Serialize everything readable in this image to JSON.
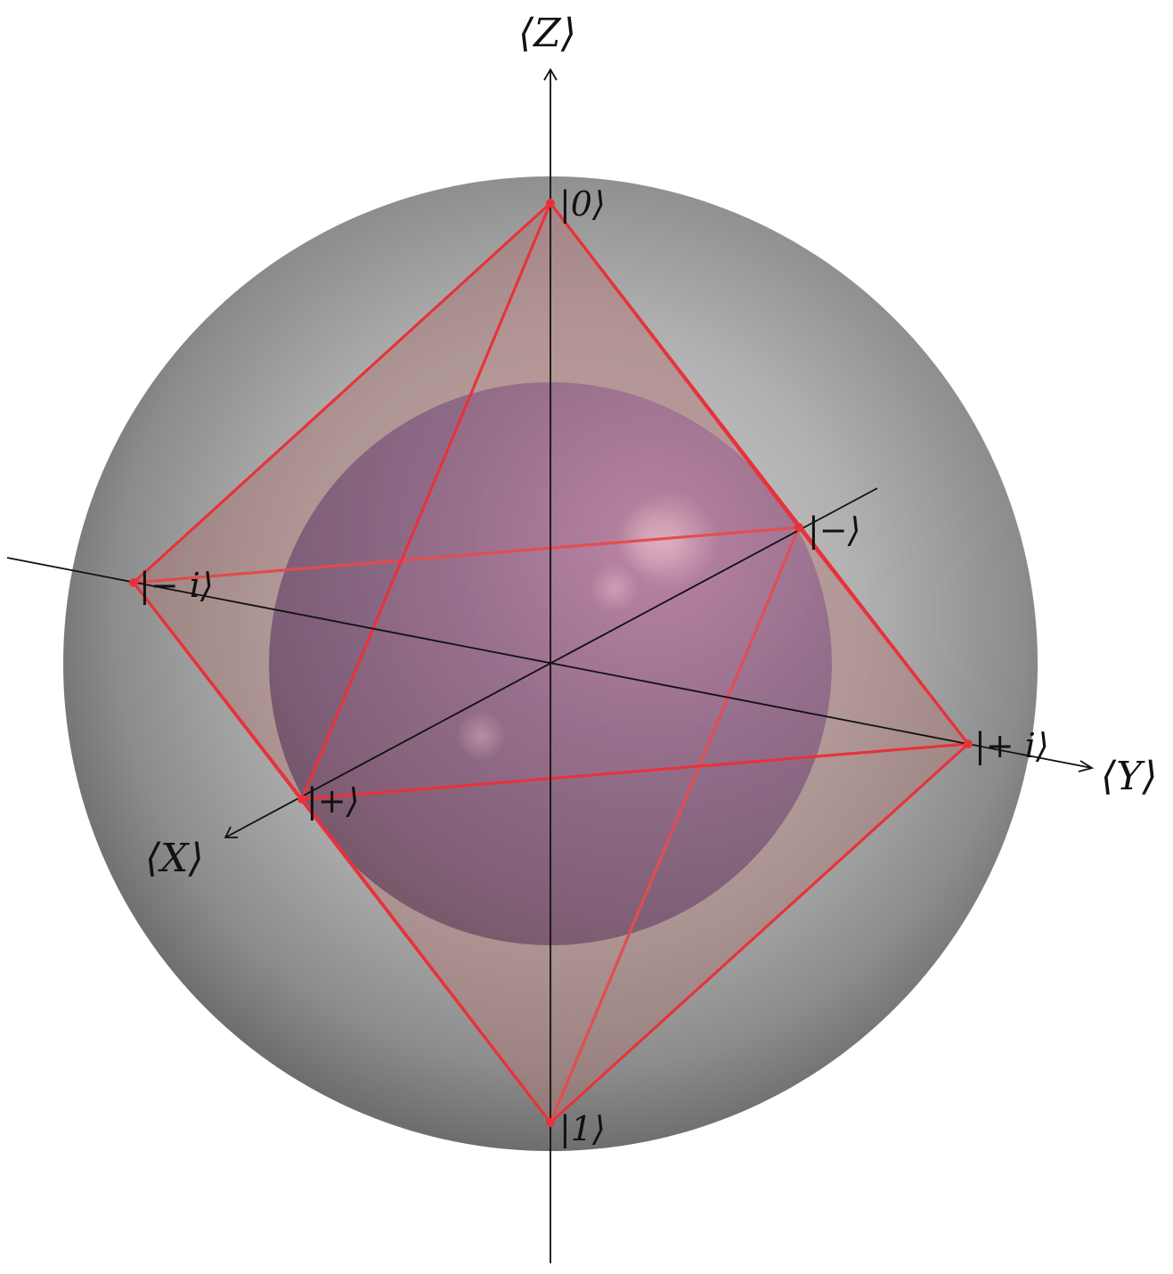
{
  "axes": {
    "z_label": "⟨Z⟩",
    "y_label": "⟨Y⟩",
    "x_label": "⟨X⟩"
  },
  "states": {
    "zero": "|0⟩",
    "one": "|1⟩",
    "plus": "|+⟩",
    "minus": "|−⟩",
    "plus_i": "|+ i⟩",
    "minus_i": "|− i⟩"
  },
  "colors": {
    "outer_sphere": "#9a9a9a",
    "inner_sphere": "#6a5a9a",
    "octahedron_edge": "#e8323a",
    "octahedron_fill": "#d98a86",
    "axis": "#111111"
  }
}
